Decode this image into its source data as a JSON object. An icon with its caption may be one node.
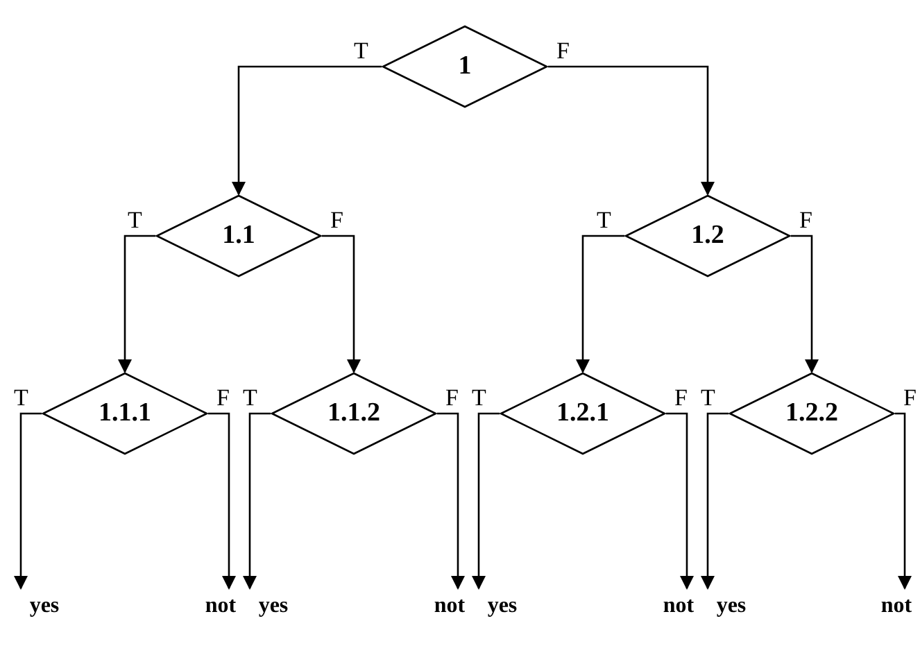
{
  "diagram": {
    "nodes": [
      {
        "text": [
          "1"
        ]
      },
      {
        "text": [
          "1.1"
        ]
      },
      {
        "text": [
          "1.2"
        ]
      },
      {
        "text": [
          "1.1.1"
        ]
      },
      {
        "text": [
          "1.1.2"
        ]
      },
      {
        "text": [
          "1.2.1"
        ]
      },
      {
        "text": [
          "1.2.2"
        ]
      },
      {
        "text": [
          "yes"
        ]
      },
      {
        "text": [
          "not"
        ]
      },
      {
        "text": [
          "yes"
        ]
      },
      {
        "text": [
          "not"
        ]
      },
      {
        "text": [
          "yes"
        ]
      },
      {
        "text": [
          "not"
        ]
      },
      {
        "text": [
          "yes"
        ]
      },
      {
        "text": [
          "not"
        ]
      }
    ],
    "edges": [
      {
        "from": 0,
        "to": 1,
        "arrow": "to",
        "label": "T"
      },
      {
        "from": 0,
        "to": 2,
        "arrow": "to",
        "label": "F"
      },
      {
        "from": 1,
        "to": 3,
        "arrow": "to",
        "label": "T"
      },
      {
        "from": 1,
        "to": 4,
        "arrow": "to",
        "label": "F"
      },
      {
        "from": 2,
        "to": 5,
        "arrow": "to",
        "label": "T"
      },
      {
        "from": 2,
        "to": 6,
        "arrow": "to",
        "label": "F"
      },
      {
        "from": 3,
        "to": 7,
        "arrow": "to",
        "label": "T"
      },
      {
        "from": 3,
        "to": 8,
        "arrow": "to",
        "label": "F"
      },
      {
        "from": 4,
        "to": 9,
        "arrow": "to",
        "label": "T"
      },
      {
        "from": 4,
        "to": 10,
        "arrow": "to",
        "label": "F"
      },
      {
        "from": 5,
        "to": 11,
        "arrow": "to",
        "label": "T"
      },
      {
        "from": 5,
        "to": 12,
        "arrow": "to",
        "label": "F"
      },
      {
        "from": 6,
        "to": 13,
        "arrow": "to",
        "label": "T"
      },
      {
        "from": 6,
        "to": 14,
        "arrow": "to",
        "label": "F"
      }
    ]
  }
}
